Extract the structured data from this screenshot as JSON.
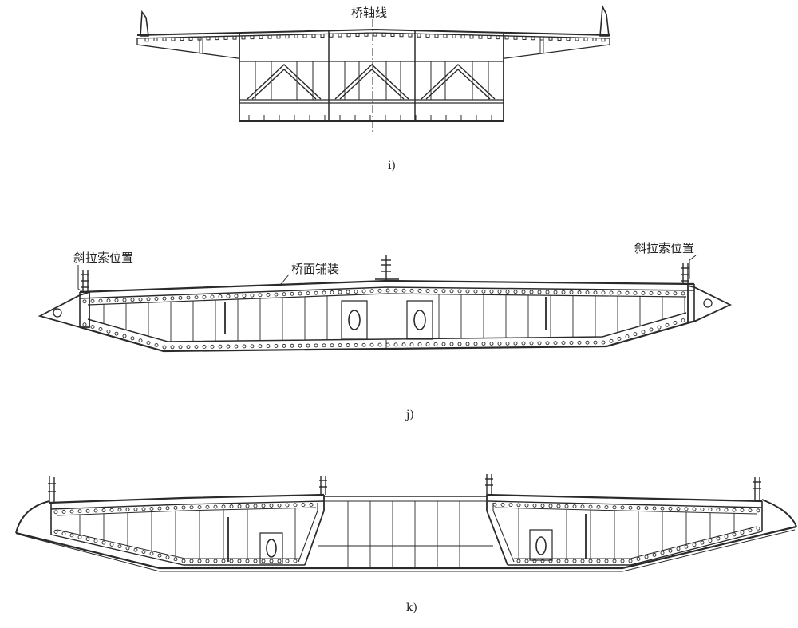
{
  "figure_i": {
    "axis_label": "桥轴线",
    "caption": "i)"
  },
  "figure_j": {
    "cable_label_left": "斜拉索位置",
    "cable_label_right": "斜拉索位置",
    "pavement_label": "桥面铺装",
    "caption": "j)"
  },
  "figure_k": {
    "caption": "k)"
  }
}
